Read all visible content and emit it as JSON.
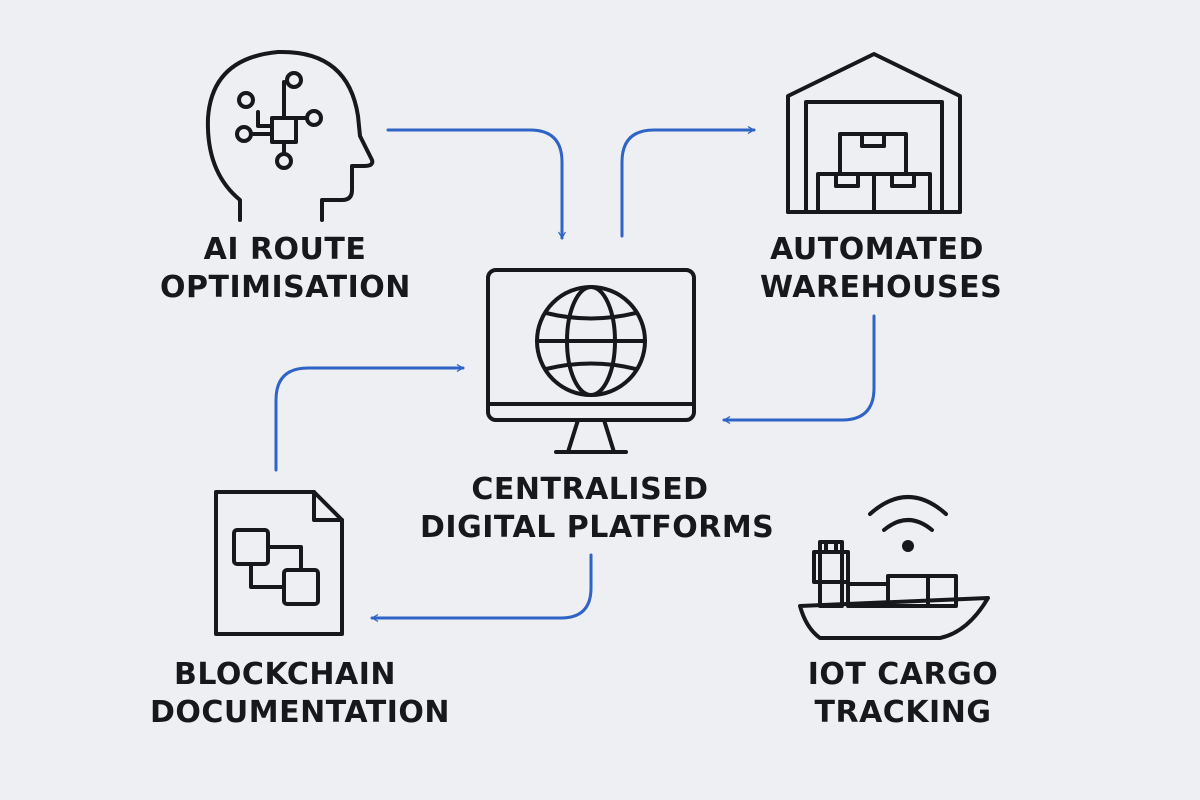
{
  "colors": {
    "background": "#edeff2",
    "ink": "#16181c",
    "connector": "#2f63c6"
  },
  "nodes": {
    "ai_route": {
      "icon": "head-with-circuit-icon",
      "label_line1": "AI ROUTE",
      "label_line2": "OPTIMISATION"
    },
    "warehouses": {
      "icon": "warehouse-icon",
      "label_line1": "AUTOMATED",
      "label_line2": "WAREHOUSES"
    },
    "platforms": {
      "icon": "monitor-globe-icon",
      "label_line1": "CENTRALISED",
      "label_line2": "DIGITAL PLATFORMS"
    },
    "blockchain": {
      "icon": "document-blocks-icon",
      "label_line1": "BLOCKCHAIN",
      "label_line2": "DOCUMENTATION"
    },
    "iot": {
      "icon": "cargo-ship-wifi-icon",
      "label_line1": "IOT CARGO",
      "label_line2": "TRACKING"
    }
  },
  "connectors": [
    {
      "from": "AI ROUTE OPTIMISATION",
      "to": "CENTRALISED DIGITAL PLATFORMS"
    },
    {
      "from": "CENTRALISED DIGITAL PLATFORMS",
      "to": "AUTOMATED WAREHOUSES"
    },
    {
      "from": "AUTOMATED WAREHOUSES",
      "to": "CENTRALISED DIGITAL PLATFORMS"
    },
    {
      "from": "BLOCKCHAIN DOCUMENTATION",
      "to": "CENTRALISED DIGITAL PLATFORMS"
    },
    {
      "from": "CENTRALISED DIGITAL PLATFORMS",
      "to": "BLOCKCHAIN DOCUMENTATION"
    }
  ]
}
